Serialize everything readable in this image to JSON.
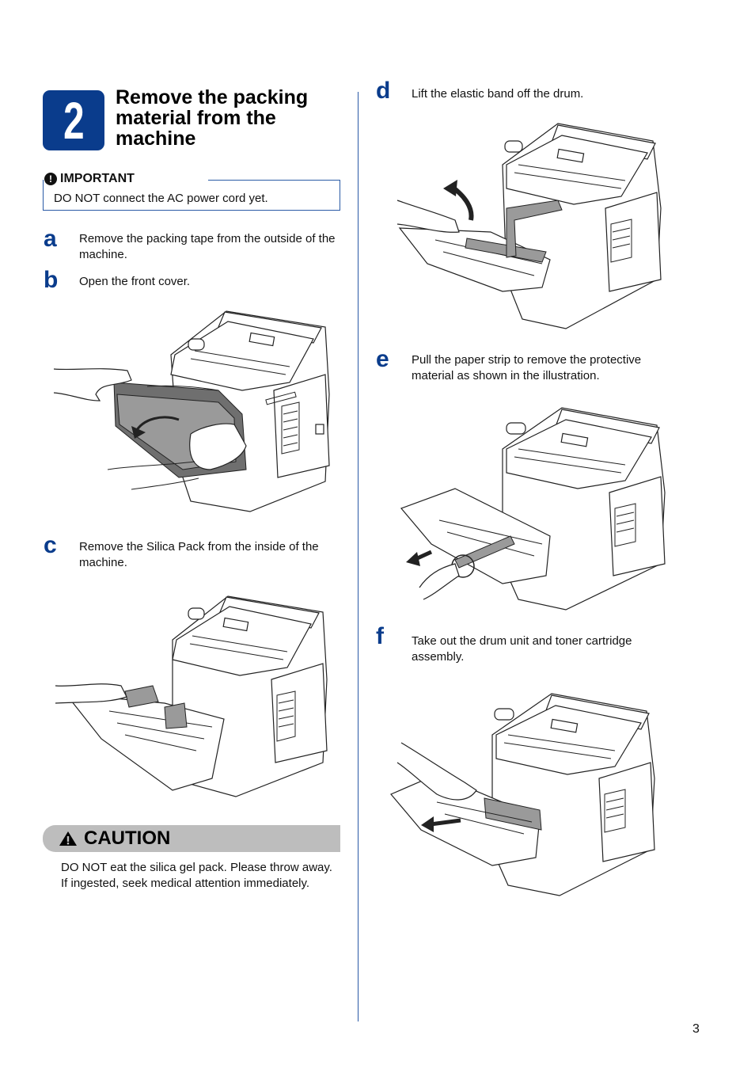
{
  "section": {
    "number": "2",
    "title": "Remove the packing material from the machine"
  },
  "important": {
    "icon": "exclamation-icon",
    "label": "IMPORTANT",
    "text": "DO NOT connect the AC power cord yet."
  },
  "steps": [
    {
      "letter": "a",
      "text": "Remove the packing tape from the outside of the machine."
    },
    {
      "letter": "b",
      "text": "Open the front cover."
    },
    {
      "letter": "c",
      "text": "Remove the Silica Pack from the inside of the machine."
    },
    {
      "letter": "d",
      "text": "Lift the elastic band off the drum."
    },
    {
      "letter": "e",
      "text": "Pull the paper strip to remove the protective material as shown in the illustration."
    },
    {
      "letter": "f",
      "text": "Take out the drum unit and toner cartridge assembly."
    }
  ],
  "caution": {
    "icon": "warning-triangle-icon",
    "label": "CAUTION",
    "text": "DO NOT eat the silica gel pack. Please throw away. If ingested, seek medical attention immediately."
  },
  "page_number": "3",
  "colors": {
    "accent": "#0a3c8c",
    "rule": "#2a5aa6",
    "caution_bar": "#bdbdbd"
  }
}
